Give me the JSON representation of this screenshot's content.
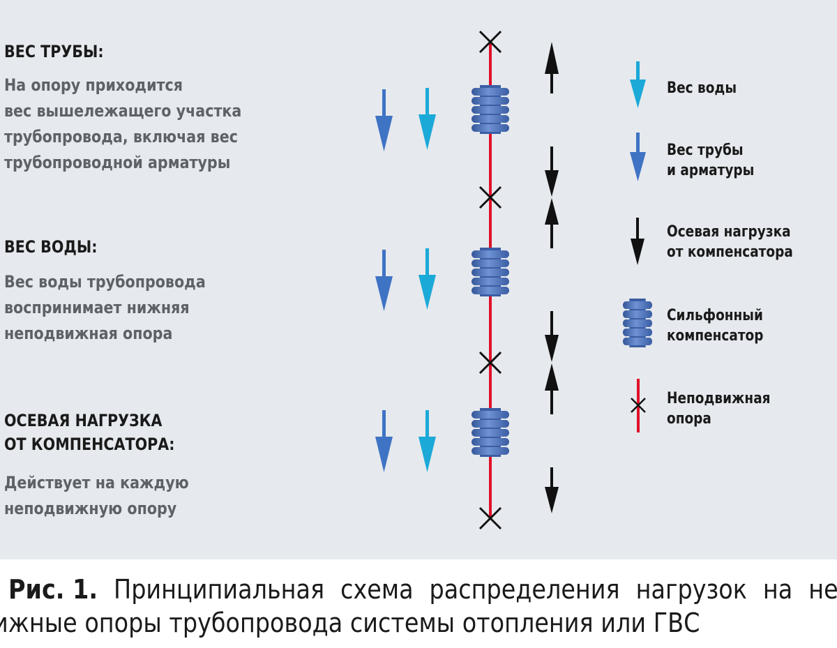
{
  "colors": {
    "background_panel": "#e6e9ed",
    "pipe": "#e0102a",
    "water_arrow": "#1ba9d8",
    "pipe_arrow": "#3f73c4",
    "axial_arrow": "#111111",
    "compensator": "#4a6fb5"
  },
  "sections": [
    {
      "heading": "ВЕС ТРУБЫ:",
      "description": "На опору приходится\nвес вышележащего участка\nтрубопровода, включая вес\nтрубопроводной арматуры"
    },
    {
      "heading": "ВЕС ВОДЫ:",
      "description": "Вес воды трубопровода\nвоспринимает нижняя\nнеподвижная опора"
    },
    {
      "heading": "ОСЕВАЯ НАГРУЗКА\nОТ КОМПЕНСАТОРА:",
      "description": "Действует на каждую\nнеподвижную опору"
    }
  ],
  "legend": [
    {
      "icon": "arrow-down-light-blue-icon",
      "label": "Вес воды"
    },
    {
      "icon": "arrow-down-blue-icon",
      "label": "Вес трубы\nи арматуры"
    },
    {
      "icon": "arrow-down-black-icon",
      "label": "Осевая нагрузка\nот компенсатора"
    },
    {
      "icon": "bellows-compensator-icon",
      "label": "Сильфонный\nкомпенсатор"
    },
    {
      "icon": "fixed-support-icon",
      "label": "Неподвижная\nопора"
    }
  ],
  "caption": {
    "label": "Рис. 1.",
    "line1": "Принципиальная схема распределения нагрузок на неп",
    "line2": "ижные опоры трубопровода системы отопления или ГВС"
  }
}
